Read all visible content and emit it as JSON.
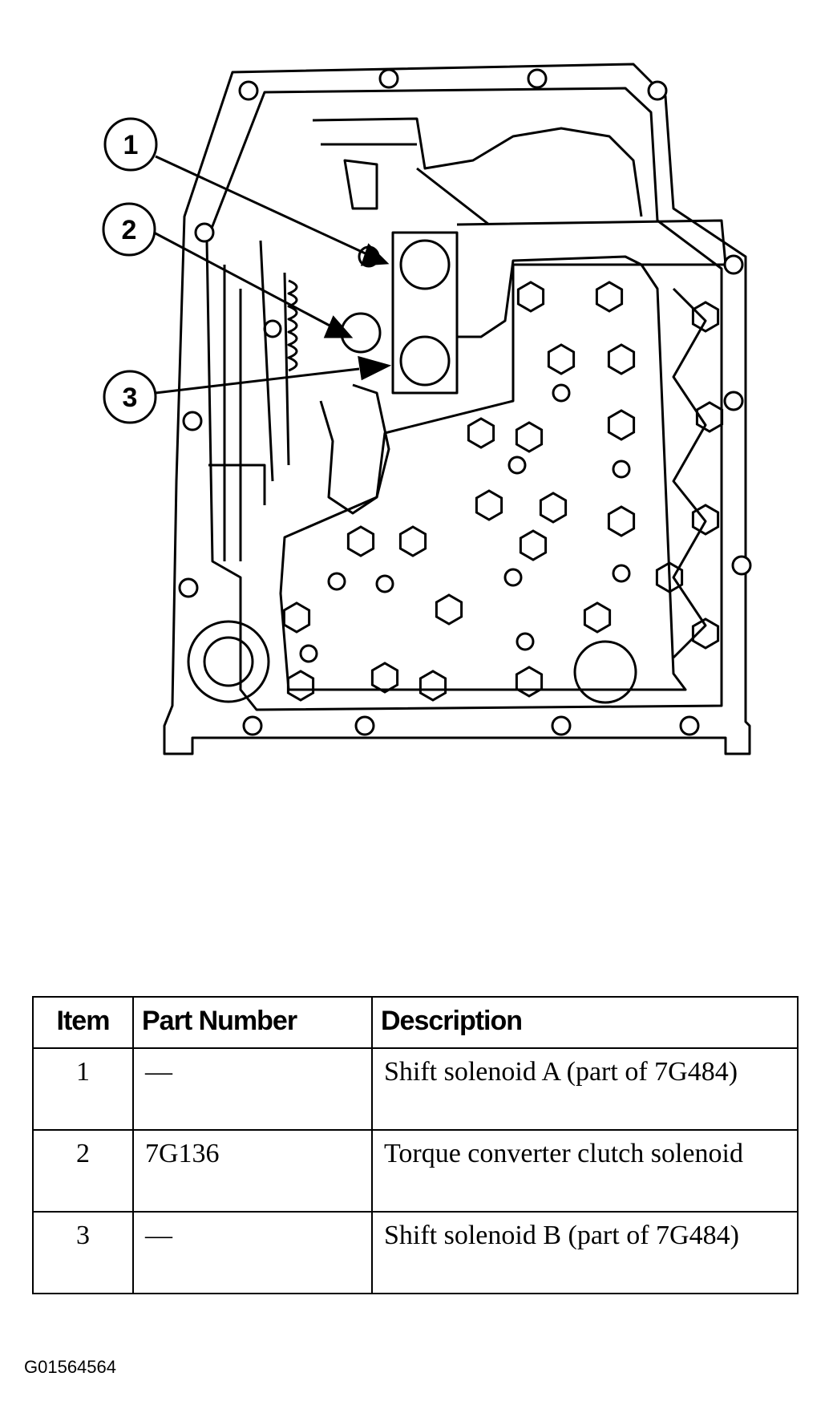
{
  "callouts": [
    "1",
    "2",
    "3"
  ],
  "table": {
    "headers": [
      "Item",
      "Part Number",
      "Description"
    ],
    "rows": [
      {
        "item": "1",
        "part": "—",
        "description": "Shift solenoid A (part of 7G484)"
      },
      {
        "item": "2",
        "part": "7G136",
        "description": "Torque converter clutch solenoid"
      },
      {
        "item": "3",
        "part": "—",
        "description": "Shift solenoid B (part of 7G484)"
      }
    ]
  },
  "figure_code": "G01564564"
}
